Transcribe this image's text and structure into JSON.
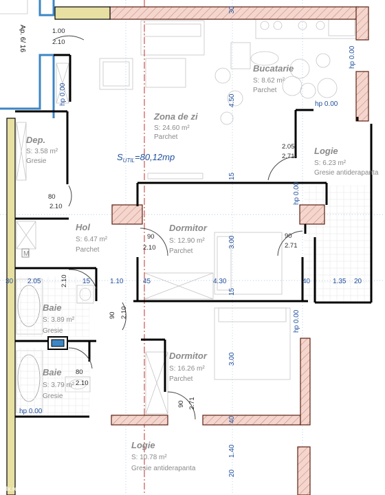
{
  "apartment_label": "Ap. 6/ 16",
  "total_area": "S",
  "total_area_sub": "UTIL",
  "total_area_value": "=80,12mp",
  "rooms": {
    "zona_de_zi": {
      "name": "Zona de zi",
      "area": "S: 24.60 m²",
      "floor": "Parchet"
    },
    "bucatarie": {
      "name": "Bucatarie",
      "area": "S: 8.62 m²",
      "floor": "Parchet"
    },
    "dep": {
      "name": "Dep.",
      "area": "S: 3.58 m²",
      "floor": "Gresie"
    },
    "logie_1": {
      "name": "Logie",
      "area": "S: 6.23 m²",
      "floor": "Gresie antiderapanta"
    },
    "hol": {
      "name": "Hol",
      "area": "S: 6.47 m²",
      "floor": "Parchet"
    },
    "dormitor_1": {
      "name": "Dormitor",
      "area": "S: 12.90 m²",
      "floor": "Parchet"
    },
    "baie_1": {
      "name": "Baie",
      "area": "S: 3.89 m²",
      "floor": "Gresie"
    },
    "baie_2": {
      "name": "Baie",
      "area": "S: 3.79 m²",
      "floor": "Gresie"
    },
    "dormitor_2": {
      "name": "Dormitor",
      "area": "S: 16.26 m²",
      "floor": "Parchet"
    },
    "logie_2": {
      "name": "Logie",
      "area": "S: 10.78 m²",
      "floor": "Gresie antiderapanta"
    }
  },
  "door_labels": {
    "d1_w": "1.00",
    "d1_h": "2.10",
    "d2_w": "80",
    "d2_h": "2.10",
    "d3_w": "2.05",
    "d3_h": "2.71",
    "d4_w": "90",
    "d4_h": "2.10",
    "d5_w": "90",
    "d5_h": "2.71",
    "d6_w": "2.10",
    "d7_w": "90",
    "d7_h": "2.10",
    "d8_w": "80",
    "d8_h": "2.10",
    "d9_w": "90",
    "d9_h": "2.71"
  },
  "dims": {
    "h_row": [
      "30",
      "2.05",
      "15",
      "1.10",
      "45",
      "4.30",
      "40",
      "1.35",
      "20"
    ],
    "v_top": "30",
    "v_450": "4.50",
    "v_15a": "15",
    "v_300a": "3.00",
    "v_15b": "15",
    "v_300b": "3.00",
    "v_40": "40",
    "v_140": "1.40",
    "v_20": "20",
    "hp_a": "hp 0.00",
    "hp_b": "hp 0.00",
    "hp_c": "hp 0.00",
    "hp_d": "hp 0.00",
    "hp_e": "hp 0.00",
    "hp_f": "hp 0.00",
    "v_210": "2.10",
    "m_label": "M"
  },
  "watermark": "olx.ro",
  "colors": {
    "wall": "#000000",
    "structure": "#f4d6ce",
    "structure_stroke": "#5a1f10",
    "accent_yellow": "#e8e0a2",
    "window_blue": "#3d86c4",
    "dim_blue": "#1f4e9c",
    "axis_red": "#c0302a"
  }
}
